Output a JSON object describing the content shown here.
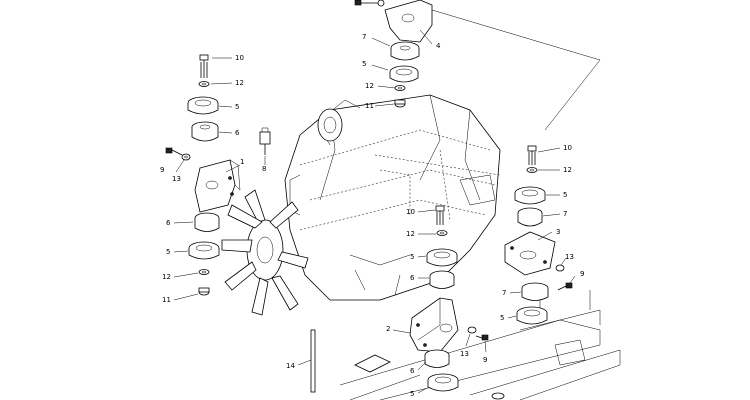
{
  "callouts": {
    "c4": "4",
    "c7_top": "7",
    "c5_top": "5",
    "c12_top": "12",
    "c11_top": "11",
    "c10_left": "10",
    "c12_left": "12",
    "c5_left": "5",
    "c6_left": "6",
    "c9_left": "9",
    "c13_left": "13",
    "c1": "1",
    "c8": "8",
    "c6_left_lower": "6",
    "c5_left_lower": "5",
    "c12_left_lower": "12",
    "c11_left_lower": "11",
    "c10_right": "10",
    "c12_right": "12",
    "c5_right": "5",
    "c7_right": "7",
    "c3": "3",
    "c13_right": "13",
    "c9_right": "9",
    "c7_right_lower": "7",
    "c5_right_lower": "5",
    "c10_mid": "10",
    "c12_mid": "12",
    "c5_mid": "5",
    "c6_mid": "6",
    "c2": "2",
    "c13_mid": "13",
    "c9_mid": "9",
    "c6_mid_lower": "6",
    "c5_mid_lower": "5",
    "c14": "14"
  }
}
